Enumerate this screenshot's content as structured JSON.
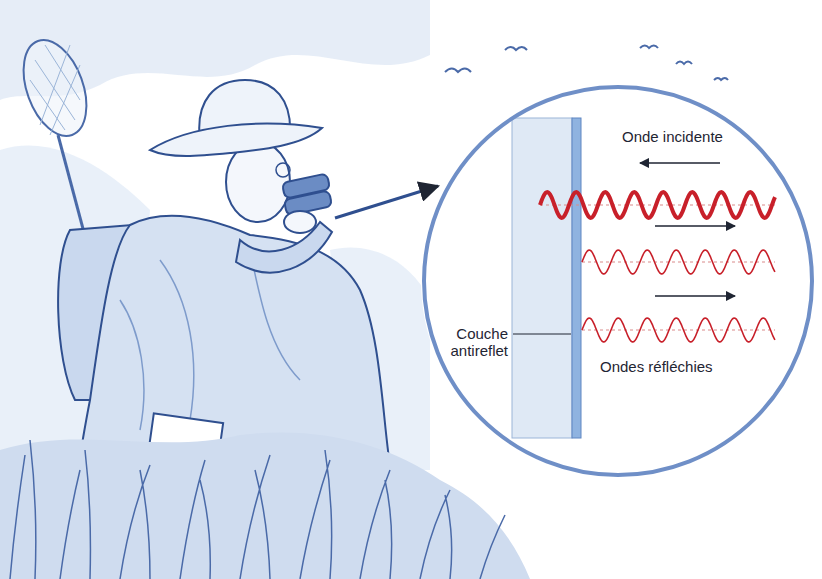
{
  "diagram": {
    "nodes": [
      {
        "text": [
          "Onde incidente",
          "Couche antireflet",
          "Ondes réfléchies"
        ]
      }
    ]
  }
}
